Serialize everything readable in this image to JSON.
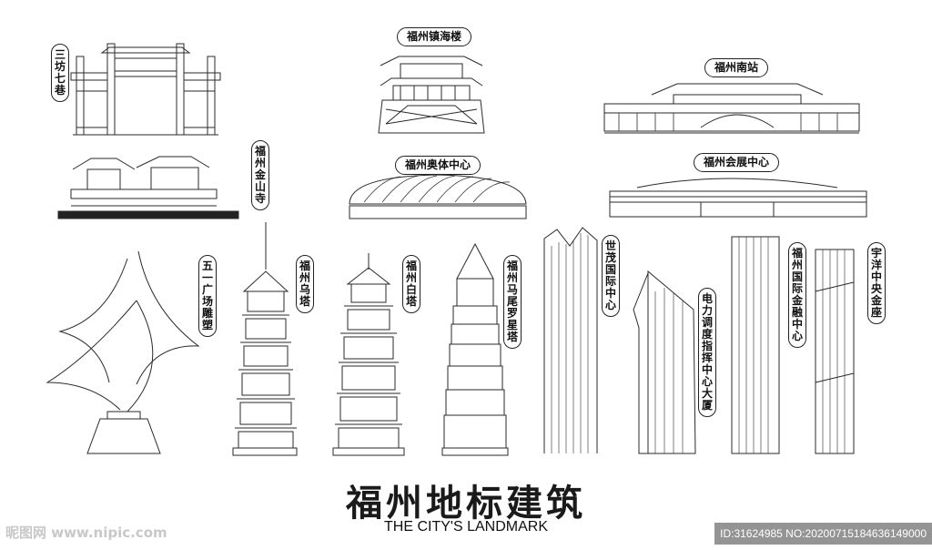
{
  "title": "福州地标建筑",
  "subtitle": "THE CITY'S LANDMARK",
  "watermark": {
    "site": "昵图网 www.nipic.com",
    "id_line": "ID:31624985 NO:20200715184636149000"
  },
  "landmarks": {
    "sanfang": "三坊七巷",
    "zhenhailou": "福州镇海楼",
    "nanzhan": "福州南站",
    "jinshansi": "福州金山寺",
    "aoti": "福州奥体中心",
    "huizhan": "福州会展中心",
    "wuyi": "五一广场雕塑",
    "wuta": "福州乌塔",
    "baita": "福州白塔",
    "luoxingta": "福州马尾罗星塔",
    "shimao": "世茂国际中心",
    "dianli": "电力调度指挥中心大厦",
    "jinrong": "福州国际金融中心",
    "yuyang": "宇洋中央金座"
  },
  "colors": {
    "line": "#2a2a2a",
    "background": "#ffffff",
    "title": "#1a1a1a"
  }
}
